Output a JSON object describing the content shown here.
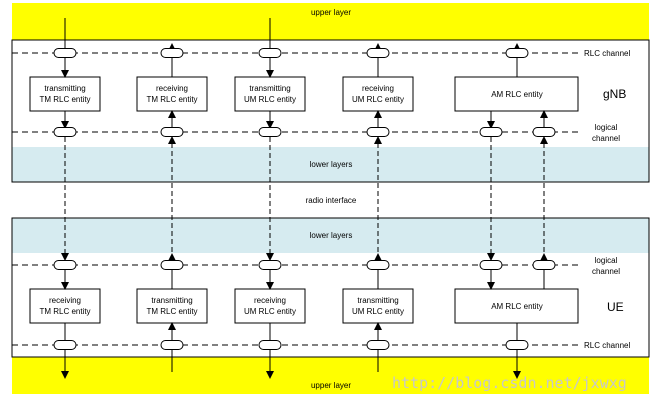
{
  "labels": {
    "upper_layer_top": "upper layer",
    "upper_layer_bottom": "upper layer",
    "rlc_channel_top": "RLC channel",
    "rlc_channel_bottom": "RLC channel",
    "logical_channel_top_1": "logical",
    "logical_channel_top_2": "channel",
    "logical_channel_bottom_1": "logical",
    "logical_channel_bottom_2": "channel",
    "lower_layers_top": "lower layers",
    "lower_layers_bottom": "lower layers",
    "radio_interface": "radio interface",
    "gnb": "gNB",
    "ue": "UE",
    "watermark": "http://blog.csdn.net/jxwxg"
  },
  "gnb_entities": [
    {
      "line1": "transmitting",
      "line2": "TM RLC entity"
    },
    {
      "line1": "receiving",
      "line2": "TM RLC entity"
    },
    {
      "line1": "transmitting",
      "line2": "UM RLC entity"
    },
    {
      "line1": "receiving",
      "line2": "UM RLC entity"
    },
    {
      "line1": "AM RLC entity",
      "line2": ""
    }
  ],
  "ue_entities": [
    {
      "line1": "receiving",
      "line2": "TM RLC entity"
    },
    {
      "line1": "transmitting",
      "line2": "TM RLC entity"
    },
    {
      "line1": "receiving",
      "line2": "UM RLC entity"
    },
    {
      "line1": "transmitting",
      "line2": "UM RLC entity"
    },
    {
      "line1": "AM RLC entity",
      "line2": ""
    }
  ],
  "colors": {
    "upper_layer": "#ffff00",
    "lower_layers": "#d6ebf0",
    "lines": "#000000"
  }
}
